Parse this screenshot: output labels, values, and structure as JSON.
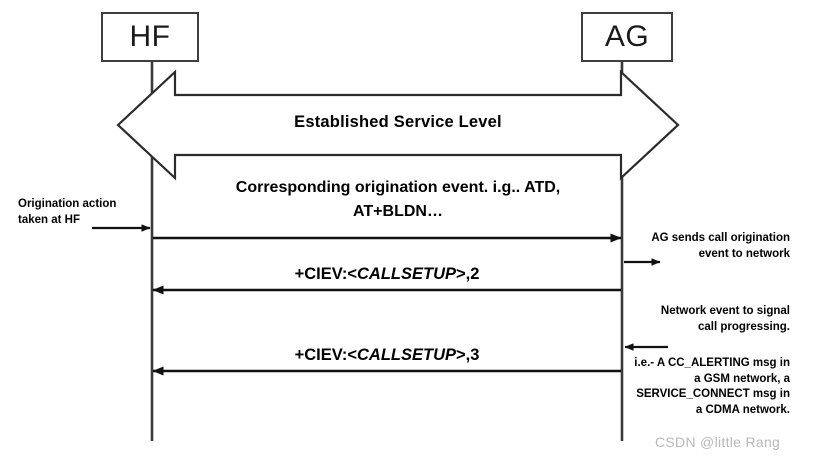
{
  "diagram": {
    "title_banner": "Established Service Level",
    "actors": [
      {
        "id": "hf",
        "label": "HF"
      },
      {
        "id": "ag",
        "label": "AG"
      }
    ],
    "center_note": "Corresponding origination event. i.g.. ATD, AT+BLDN…",
    "messages": [
      {
        "id": "msg-origination",
        "label_full": "",
        "direction": "hf-to-ag"
      },
      {
        "id": "msg-ciev-2",
        "prefix": "+CIEV:<",
        "param": "CALLSETUP",
        "suffix": ">,2",
        "direction": "ag-to-hf"
      },
      {
        "id": "msg-ciev-3",
        "prefix": "+CIEV:<",
        "param": "CALLSETUP",
        "suffix": ">,3",
        "direction": "ag-to-hf"
      }
    ],
    "annotations": {
      "left_origination": "Origination action taken at HF",
      "ag_sends": "AG sends call origination event to network",
      "network_event": "Network event to signal call progressing.",
      "network_detail": "i.e.- A CC_ALERTING msg in a GSM network, a SERVICE_CONNECT msg in a CDMA network."
    },
    "watermark": "CSDN @little Rang",
    "colors": {
      "stroke": "#222222",
      "box_border": "#3f3f3f",
      "text": "#000000",
      "watermark": "#b9b9b9",
      "background": "#ffffff"
    }
  }
}
